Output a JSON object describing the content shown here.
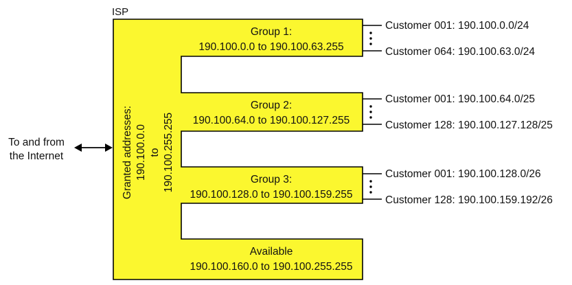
{
  "colors": {
    "block_fill": "#fbf72f",
    "accent_text": "#e0196b",
    "line": "#000000"
  },
  "isp_label": "ISP",
  "internet_label": {
    "line1": "To and from",
    "line2": "the Internet"
  },
  "granted": {
    "line1": "Granted addresses:",
    "line2": "190.100.0.0",
    "line3": "to",
    "line4": "190.100.255.255"
  },
  "groups": [
    {
      "title": "Group 1:",
      "range": "190.100.0.0 to 190.100.63.255",
      "customers": [
        "Customer 001: 190.100.0.0/24",
        "Customer 064: 190.100.63.0/24"
      ]
    },
    {
      "title": "Group 2:",
      "range": "190.100.64.0 to 190.100.127.255",
      "customers": [
        "Customer 001: 190.100.64.0/25",
        "Customer 128: 190.100.127.128/25"
      ]
    },
    {
      "title": "Group 3:",
      "range": "190.100.128.0 to 190.100.159.255",
      "customers": [
        "Customer 001: 190.100.128.0/26",
        "Customer 128: 190.100.159.192/26"
      ]
    }
  ],
  "available": {
    "title": "Available",
    "range": "190.100.160.0 to 190.100.255.255"
  }
}
